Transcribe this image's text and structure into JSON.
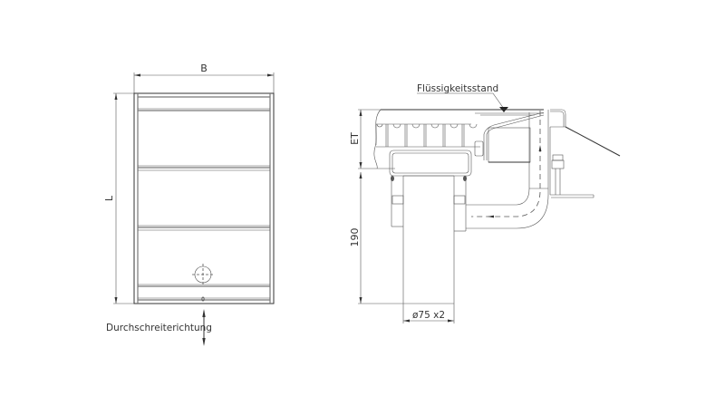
{
  "drawing": {
    "title": "Durchschreitebecken technical drawing",
    "colors": {
      "line": "#333333",
      "line_light": "#777777",
      "background": "#ffffff"
    },
    "top_view": {
      "dimension_width_label": "B",
      "dimension_length_label": "L",
      "direction_label": "Durchschreiterichtung",
      "bars_count": 4
    },
    "section_view": {
      "liquid_level_label": "Flüssigkeitsstand",
      "dimension_et_label": "ET",
      "dimension_height_label": "190",
      "pipe_label": "ø75 x2"
    }
  }
}
